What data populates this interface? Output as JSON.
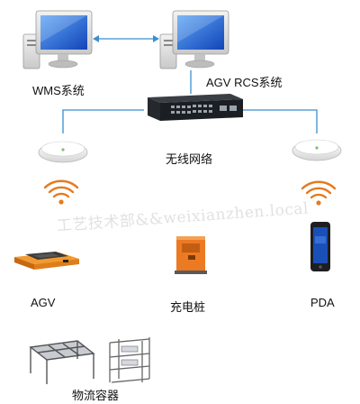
{
  "nodes": {
    "wms": {
      "label": "WMS系统",
      "icon": "desktop-computer-icon"
    },
    "agv_rcs": {
      "label": "AGV RCS系统",
      "icon": "desktop-computer-icon"
    },
    "switch": {
      "icon": "network-switch-icon"
    },
    "wireless": {
      "label": "无线网络",
      "icon": "wireless-access-point-icon"
    },
    "agv": {
      "label": "AGV",
      "icon": "agv-robot-icon"
    },
    "charger": {
      "label": "充电桩",
      "icon": "charging-station-icon"
    },
    "pda": {
      "label": "PDA",
      "icon": "pda-handheld-icon"
    },
    "containers": {
      "label": "物流容器",
      "icon": "shelf-rack-icon"
    }
  },
  "watermark": "工艺技术部&&weixianzhen.local",
  "colors": {
    "link_line": "#3a8fd0",
    "wifi_signal": "#e67a1f",
    "screen_blue": "#1f66d6",
    "agv_orange": "#ee8a1e"
  }
}
